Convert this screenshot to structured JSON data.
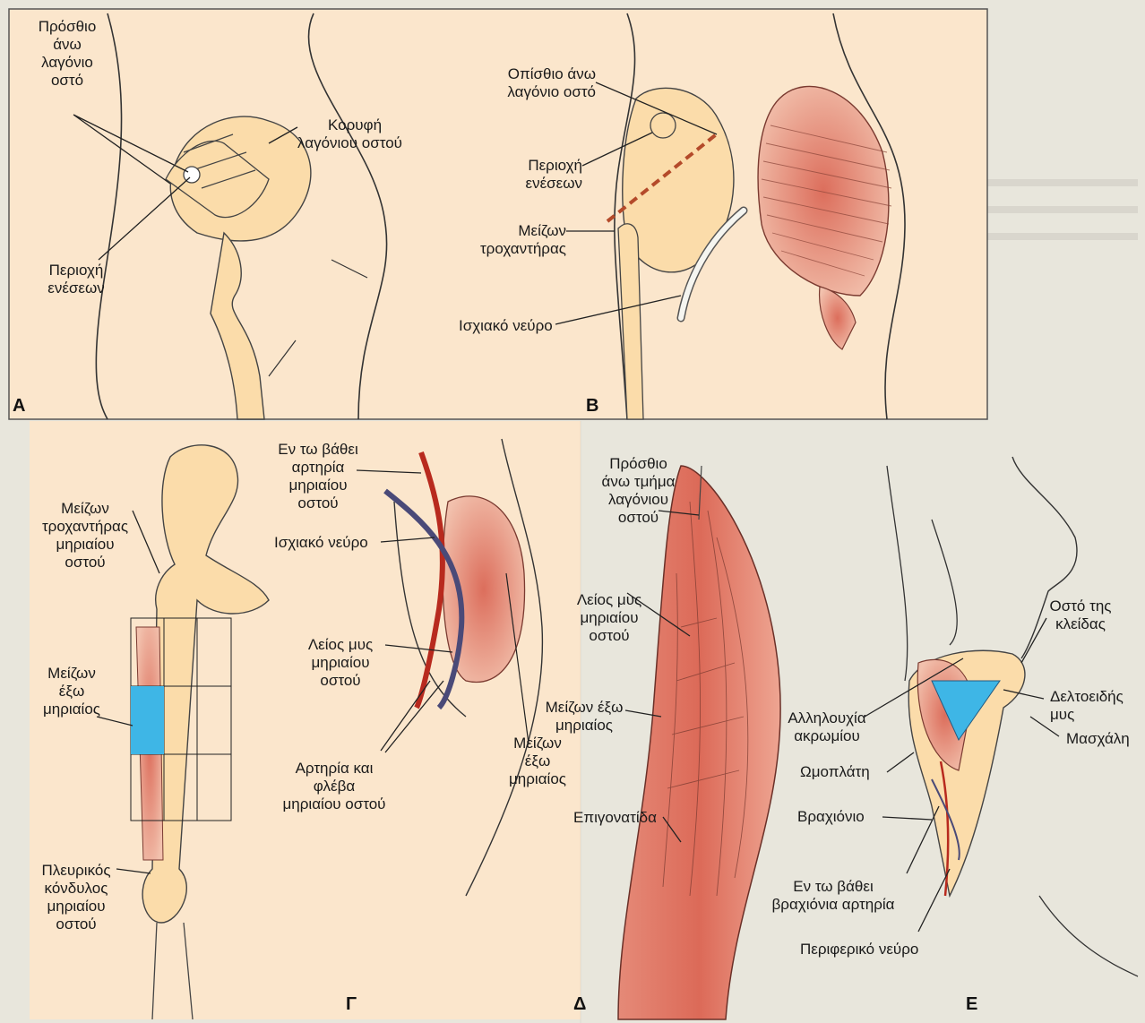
{
  "panels": {
    "A": {
      "letter": "A",
      "labels": {
        "asis": [
          "Πρόσθιο",
          "άνω",
          "λαγόνιο",
          "οστό"
        ],
        "crest": [
          "Κορυφή",
          "λαγόνιου οστού"
        ],
        "inj": [
          "Περιοχή",
          "ενέσεων"
        ]
      }
    },
    "B": {
      "letter": "B",
      "labels": {
        "psis": [
          "Οπίσθιο άνω",
          "λαγόνιο οστό"
        ],
        "inj": [
          "Περιοχή",
          "ενέσεων"
        ],
        "troch": [
          "Μείζων",
          "τροχαντήρας"
        ],
        "sciatic": [
          "Ισχιακό νεύρο"
        ]
      }
    },
    "G": {
      "letter": "Γ",
      "labels": {
        "troch": [
          "Μείζων",
          "τροχαντήρας",
          "μηριαίου",
          "οστού"
        ],
        "vastus": [
          "Μείζων",
          "έξω",
          "μηριαίος"
        ],
        "condyle": [
          "Πλευρικός",
          "κόνδυλος",
          "μηριαίου",
          "οστού"
        ],
        "deepart": [
          "Εν τω βάθει",
          "αρτηρία",
          "μηριαίου",
          "οστού"
        ],
        "sciatic": [
          "Ισχιακό νεύρο"
        ],
        "rectus": [
          "Λείος μυς",
          "μηριαίου",
          "οστού"
        ],
        "vessels": [
          "Αρτηρία και",
          "φλέβα",
          "μηριαίου οστού"
        ],
        "vastus2": [
          "Μείζων",
          "έξω",
          "μηριαίος"
        ]
      }
    },
    "D": {
      "letter": "Δ",
      "labels": {
        "asis": [
          "Πρόσθιο",
          "άνω τμήμα",
          "λαγόνιου",
          "οστού"
        ],
        "rectus": [
          "Λείος μυς",
          "μηριαίου",
          "οστού"
        ],
        "vastus": [
          "Μείζων έξω",
          "μηριαίος"
        ],
        "patella": [
          "Επιγονατίδα"
        ]
      }
    },
    "E": {
      "letter": "Ε",
      "labels": {
        "clav": [
          "Οστό της",
          "κλείδας"
        ],
        "delt": [
          "Δελτοειδής",
          "μυς"
        ],
        "axilla": [
          "Μασχάλη"
        ],
        "acrom": [
          "Αλληλουχία",
          "ακρωμίου"
        ],
        "scap": [
          "Ωμοπλάτη"
        ],
        "hum": [
          "Βραχιόνιο"
        ],
        "brach": [
          "Εν τω βάθει",
          "βραχιόνια αρτηρία"
        ],
        "nerve": [
          "Περιφερικό νεύρο"
        ]
      }
    }
  },
  "colors": {
    "panel_bg": "#fbe6cc",
    "bone": "#fbdcaa",
    "muscle": "#e49a8a",
    "muscle_dark": "#d3705e",
    "inj_blue": "#3eb6e6",
    "artery": "#b82a1e",
    "vein": "#4a4a78",
    "line": "#333333",
    "dash": "#b44a2a"
  }
}
